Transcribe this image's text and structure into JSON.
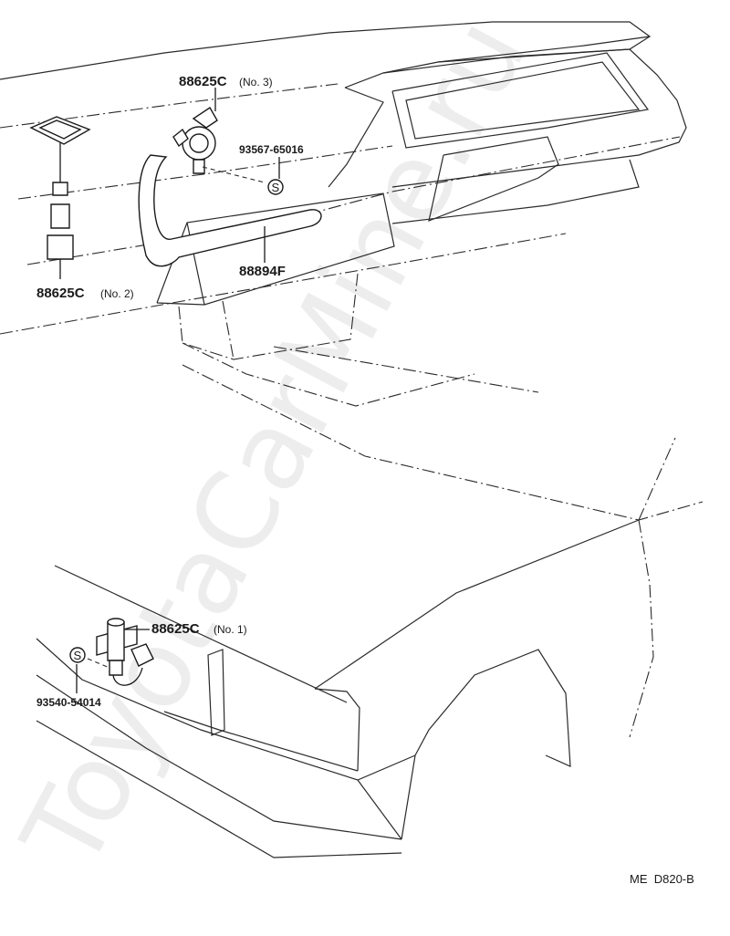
{
  "parts": {
    "horn_no3": {
      "number": "88625C",
      "suffix": "(No. 3)"
    },
    "screw_top": {
      "number": "93567-65016"
    },
    "hose": {
      "number": "88894F"
    },
    "horn_no2": {
      "number": "88625C",
      "suffix": "(No. 2)"
    },
    "horn_no1": {
      "number": "88625C",
      "suffix": "(No. 1)"
    },
    "screw_bottom": {
      "number": "93540-54014"
    }
  },
  "symbols": {
    "screw_mark": "S"
  },
  "diagram_code": "ME  D820-B",
  "watermark": "ToyotaCarMine.ru",
  "colors": {
    "ink": "#1a1a1a",
    "paper": "#ffffff"
  }
}
